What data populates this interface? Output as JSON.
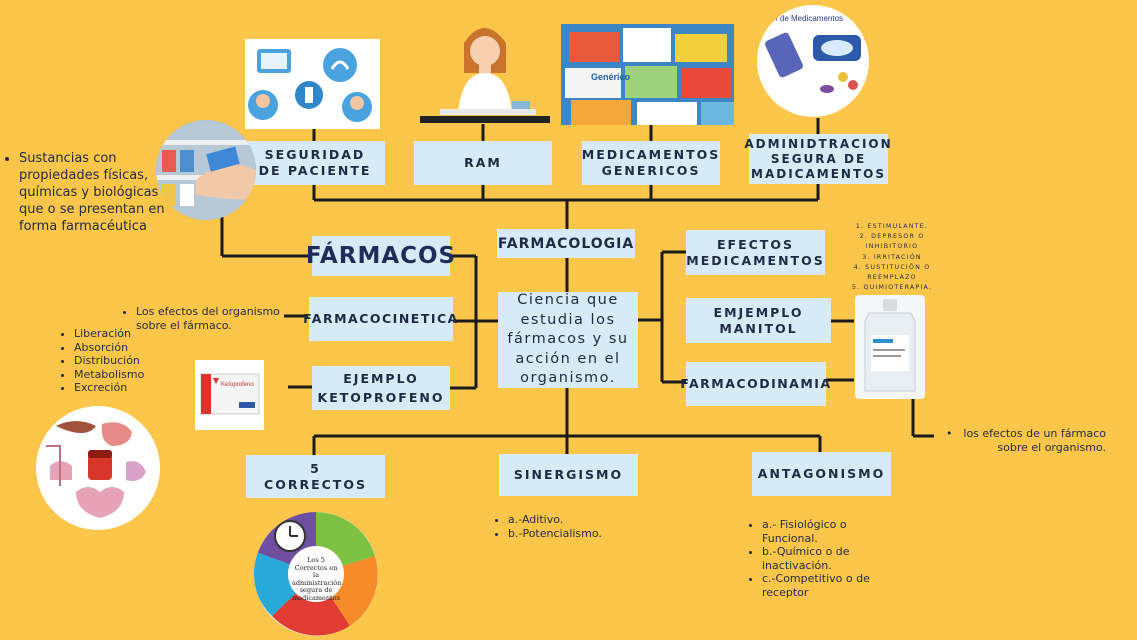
{
  "top_boxes": {
    "seguridad": "SEGURIDAD\nDE PACIENTE",
    "ram": "RAM",
    "genericos": "MEDICAMENTOS\nGENERICOS",
    "administracion": "ADMINIDTRACION\nSEGURA DE\nMADICAMENTOS"
  },
  "center": {
    "farmacologia": "FARMACOLOGIA",
    "definicion": "Ciencia que estudia los fármacos y su acción en el organismo."
  },
  "left": {
    "farmacos": "FÁRMACOS",
    "farmacos_desc": "Sustancias con propiedades físicas, químicas y biológicas que o se presentan en forma farmacéutica",
    "farmacocinetica": "FARMACOCINETICA",
    "farmacocinetica_desc": "Los efectos del organismo sobre el fármaco.",
    "procesos": [
      "Liberación",
      "Absorción",
      "Distribución",
      "Metabolismo",
      "Excreción"
    ],
    "ejemplo": "EJEMPLO\nKETOPROFENO"
  },
  "right": {
    "efectos": "EFECTOS\nMEDICAMENTOS",
    "efectos_lista": [
      "1. ESTIMULANTE.",
      "2. DEPRESOR O INHIBITORIO",
      "3. IRRITACIÓN",
      "4. SUSTITUCIÓN O REEMPLAZO",
      "5. QUIMIOTERAPIA."
    ],
    "ejemplo": "EMJEMPLO\nMANITOL",
    "farmacodinamia": "FARMACODINAMIA",
    "farmacodinamia_desc": "los efectos de un fármaco sobre el organismo."
  },
  "bottom": {
    "correctos": "5\nCORRECTOS",
    "correctos_img_text": "Los 5 Correctos en la administración segura de medicamentos",
    "sinergismo": "SINERGISMO",
    "sinergismo_items": [
      "a.-Aditivo.",
      "b.-Potencialismo."
    ],
    "antagonismo": "ANTAGONISMO",
    "antagonismo_items": [
      "a.- Fisiológico o Funcional.",
      "b.-Químico o de inactivación.",
      "c.-Competitivo o de receptor"
    ]
  },
  "images": {
    "admin_caption": "ión de Medicamentos",
    "generic_label": "Genérico",
    "keto_label": "Ketoprofeno"
  },
  "colors": {
    "background": "#fbc64a",
    "box": "#d6ebf5",
    "text": "#1f2a44",
    "line": "#1a1a1a"
  }
}
